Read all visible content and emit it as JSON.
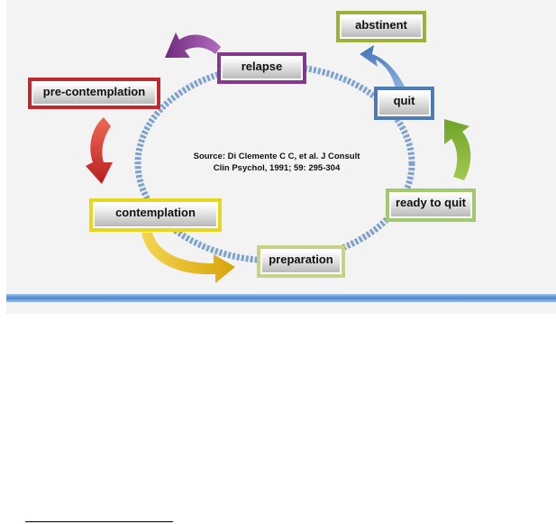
{
  "stages": {
    "pre_contemplation": "pre-contemplation",
    "contemplation": "contemplation",
    "preparation": "preparation",
    "ready_to_quit": "ready to quit",
    "quit": "quit",
    "abstinent": "abstinent",
    "relapse": "relapse"
  },
  "source": {
    "line1": "Source: Di Clemente C C, et al. J Consult",
    "line2": "Clin Psychol, 1991; 59: 295-304"
  },
  "colors": {
    "ring": "#7da2cf",
    "pre_contemplation": "#c3282e",
    "contemplation": "#e8d81a",
    "preparation": "#c8d286",
    "ready_to_quit": "#a3c96d",
    "quit": "#4d7cb5",
    "abstinent": "#9bb13a",
    "relapse": "#84398c",
    "footer_band": "#4f87cc"
  }
}
